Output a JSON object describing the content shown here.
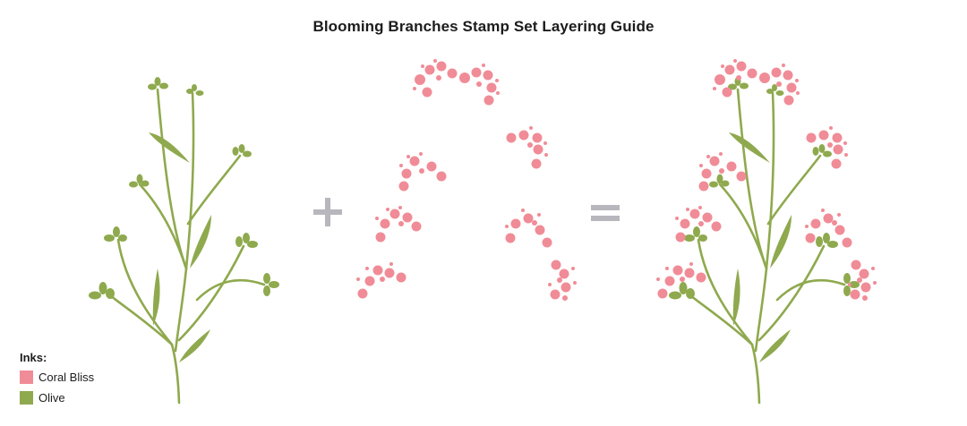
{
  "title": "Blooming Branches Stamp Set Layering Guide",
  "operators": {
    "plus": "+",
    "equals": "="
  },
  "legend": {
    "heading": "Inks:",
    "items": [
      {
        "label": "Coral Bliss",
        "color": "#f08c97"
      },
      {
        "label": "Olive",
        "color": "#8fa94e"
      }
    ]
  },
  "colors": {
    "coral": "#f08c97",
    "olive": "#8fa94e",
    "operator": "#b7b7bd"
  },
  "panels": [
    "stem-layer",
    "flower-layer",
    "combined-result"
  ]
}
